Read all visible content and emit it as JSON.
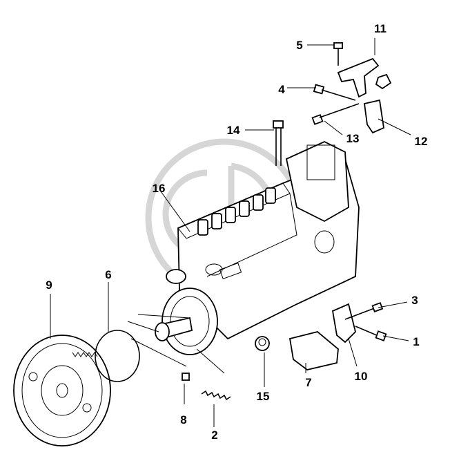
{
  "callouts": [
    {
      "id": "1",
      "text": "1"
    },
    {
      "id": "2",
      "text": "2"
    },
    {
      "id": "3",
      "text": "3"
    },
    {
      "id": "4",
      "text": "4"
    },
    {
      "id": "5",
      "text": "5"
    },
    {
      "id": "6",
      "text": "6"
    },
    {
      "id": "7",
      "text": "7"
    },
    {
      "id": "8",
      "text": "8"
    },
    {
      "id": "9",
      "text": "9"
    },
    {
      "id": "10",
      "text": "10"
    },
    {
      "id": "11",
      "text": "11"
    },
    {
      "id": "12",
      "text": "12"
    },
    {
      "id": "13",
      "text": "13"
    },
    {
      "id": "14",
      "text": "14"
    },
    {
      "id": "15",
      "text": "15"
    },
    {
      "id": "16",
      "text": "16"
    }
  ],
  "colors": {
    "line": "#000000",
    "background": "#ffffff",
    "watermark": "#d6d6d6"
  }
}
